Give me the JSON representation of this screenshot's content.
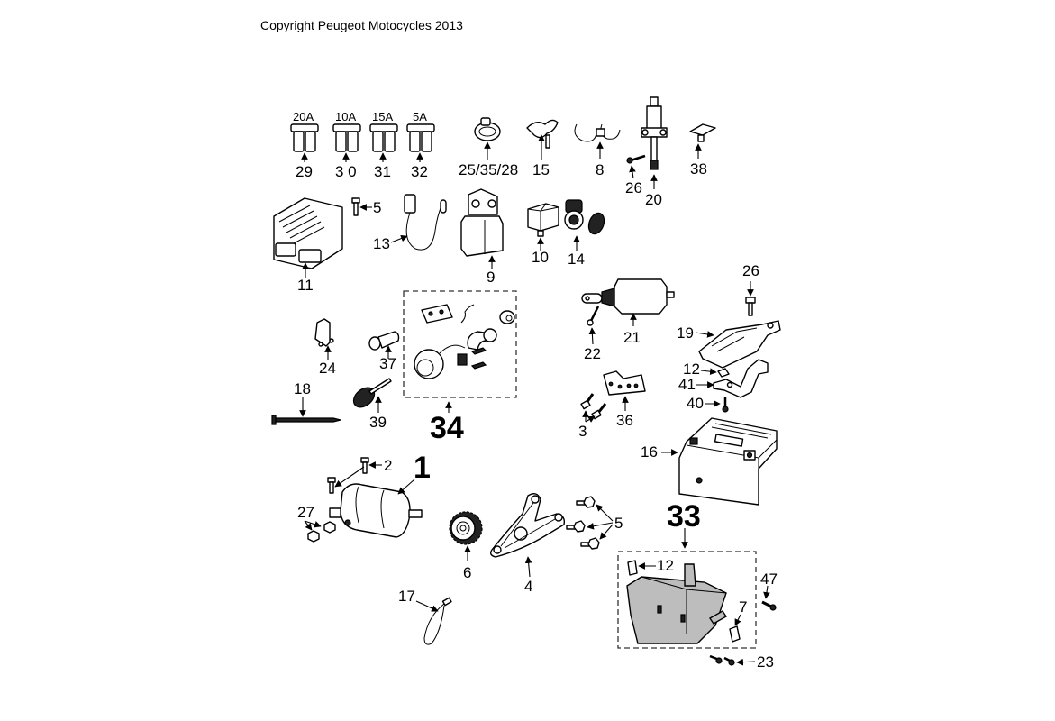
{
  "copyright": "Copyright Peugeot Motocycles 2013",
  "fuses": [
    {
      "rating": "20A",
      "ref": "29"
    },
    {
      "rating": "10A",
      "ref": "3 0"
    },
    {
      "rating": "15A",
      "ref": "31"
    },
    {
      "rating": "5A",
      "ref": "32"
    }
  ],
  "callouts": {
    "c1": "1",
    "c2": "2",
    "c3": "3",
    "c4": "4",
    "c5a": "5",
    "c5b": "5",
    "c6": "6",
    "c7": "7",
    "c8": "8",
    "c9": "9",
    "c10": "10",
    "c11": "11",
    "c12a": "12",
    "c12b": "12",
    "c13": "13",
    "c14": "14",
    "c15": "15",
    "c16": "16",
    "c17": "17",
    "c18": "18",
    "c19": "19",
    "c20": "20",
    "c21": "21",
    "c22": "22",
    "c23": "23",
    "c24": "24",
    "c25": "25/35/28",
    "c26a": "26",
    "c26b": "26",
    "c27": "27",
    "c33": "33",
    "c34": "34",
    "c36": "36",
    "c37": "37",
    "c38": "38",
    "c39": "39",
    "c40": "40",
    "c41": "41",
    "c47": "47"
  },
  "colors": {
    "line": "#000000",
    "background": "#ffffff",
    "shade": "#bdbdbd"
  }
}
